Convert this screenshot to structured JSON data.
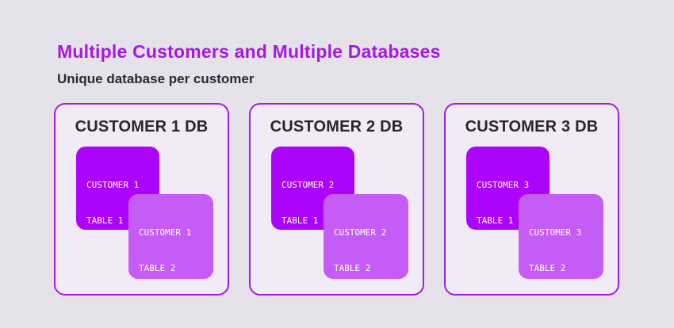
{
  "page": {
    "title": "Multiple Customers and Multiple Databases",
    "subtitle": "Unique database per customer"
  },
  "colors": {
    "page_bg": "#E5E3E9",
    "title_color": "#A816E8",
    "subtitle_color": "#2B2733",
    "card_bg": "#F1EBF8",
    "card_border": "#A21DE3",
    "card_title_color": "#29242F",
    "table1_bg": "#AC04FA",
    "table2_bg": "#C55CF6",
    "table_text": "#FFFFFF"
  },
  "cards": [
    {
      "title": "CUSTOMER 1 DB",
      "tables": [
        {
          "line1": "CUSTOMER 1",
          "line2": "TABLE 1"
        },
        {
          "line1": "CUSTOMER 1",
          "line2": "TABLE 2"
        }
      ]
    },
    {
      "title": "CUSTOMER 2 DB",
      "tables": [
        {
          "line1": "CUSTOMER 2",
          "line2": "TABLE 1"
        },
        {
          "line1": "CUSTOMER 2",
          "line2": "TABLE 2"
        }
      ]
    },
    {
      "title": "CUSTOMER 3 DB",
      "tables": [
        {
          "line1": "CUSTOMER 3",
          "line2": "TABLE 1"
        },
        {
          "line1": "CUSTOMER 3",
          "line2": "TABLE 2"
        }
      ]
    }
  ]
}
